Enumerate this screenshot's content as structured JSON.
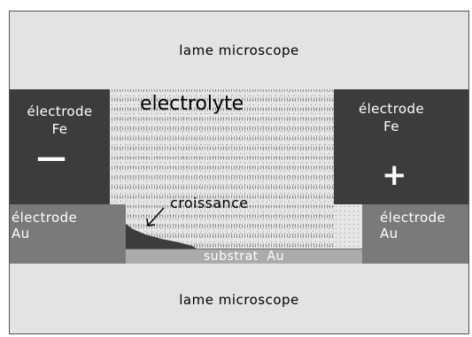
{
  "diagram": {
    "top_slide_label": "lame microscope",
    "bottom_slide_label": "lame microscope",
    "left_fe_electrode": {
      "line1": "électrode",
      "line2": "Fe",
      "polarity": "—"
    },
    "right_fe_electrode": {
      "line1": "électrode",
      "line2": "Fe",
      "polarity": "+"
    },
    "electrolyte_label": "electrolyte",
    "left_au_electrode": {
      "line1": "électrode",
      "line2": "Au"
    },
    "right_au_electrode": {
      "line1": "électrode",
      "line2": "Au"
    },
    "substrate_label": "substrat  Au",
    "growth_label": "croissance"
  },
  "colors": {
    "fe_electrode": "#3c3c3c",
    "au_electrode": "#7a7a7a",
    "substrate": "#ababab",
    "slide": "#e3e3e3",
    "growth": "#3c3c3c"
  }
}
